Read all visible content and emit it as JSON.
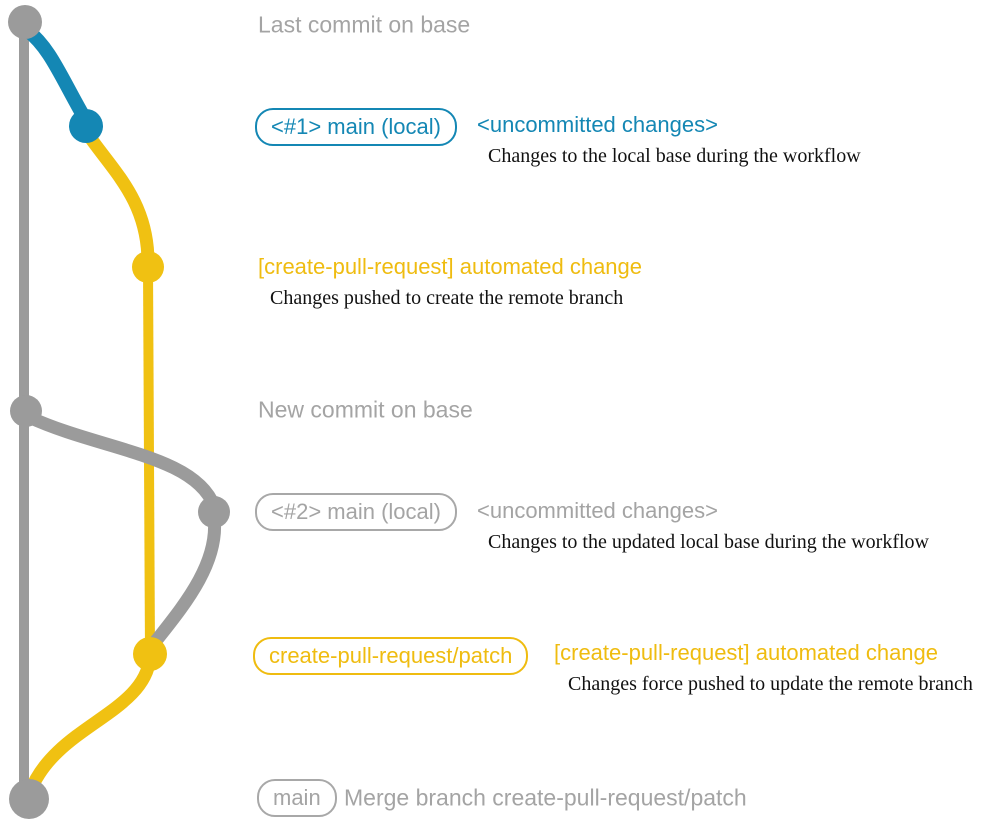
{
  "colors": {
    "graph_gray": "#9B9B9B",
    "graph_blue": "#1487B4",
    "graph_yellow": "#F0C112",
    "text_gray": "#A4A4A4",
    "text_teal": "#1487B4",
    "text_yellow": "#EFBC10",
    "note_black": "#111111"
  },
  "annotations": {
    "last_commit_title": "Last commit on base",
    "new_commit_title": "New commit on base",
    "badge_main_local_1": "<#1> main (local)",
    "uncommitted_changes_1": "<uncommitted changes>",
    "note_local_base": "Changes to the local base during the workflow",
    "automated_change_1": "[create-pull-request] automated change",
    "note_pushed_create": "Changes pushed to create the remote branch",
    "badge_main_local_2": "<#2> main (local)",
    "uncommitted_changes_2": "<uncommitted changes>",
    "note_updated_local_base": "Changes to the updated local base during the workflow",
    "badge_patch_branch": "create-pull-request/patch",
    "automated_change_2": "[create-pull-request] automated change",
    "note_force_pushed": "Changes force pushed to update the remote branch",
    "badge_main": "main",
    "merge_commit_message": "Merge branch create-pull-request/patch"
  },
  "graph": {
    "branches": [
      {
        "name": "base",
        "color": "gray"
      },
      {
        "name": "main-local-uncommitted",
        "color": "blue"
      },
      {
        "name": "create-pull-request/patch",
        "color": "yellow"
      }
    ],
    "nodes": [
      {
        "id": "last-commit-on-base",
        "color": "gray"
      },
      {
        "id": "uncommitted-changes-1",
        "color": "blue"
      },
      {
        "id": "automated-change-commit-1",
        "color": "yellow"
      },
      {
        "id": "new-commit-on-base",
        "color": "gray"
      },
      {
        "id": "uncommitted-changes-2",
        "color": "gray"
      },
      {
        "id": "automated-change-commit-2",
        "color": "yellow"
      },
      {
        "id": "merge-commit",
        "color": "gray"
      }
    ]
  }
}
